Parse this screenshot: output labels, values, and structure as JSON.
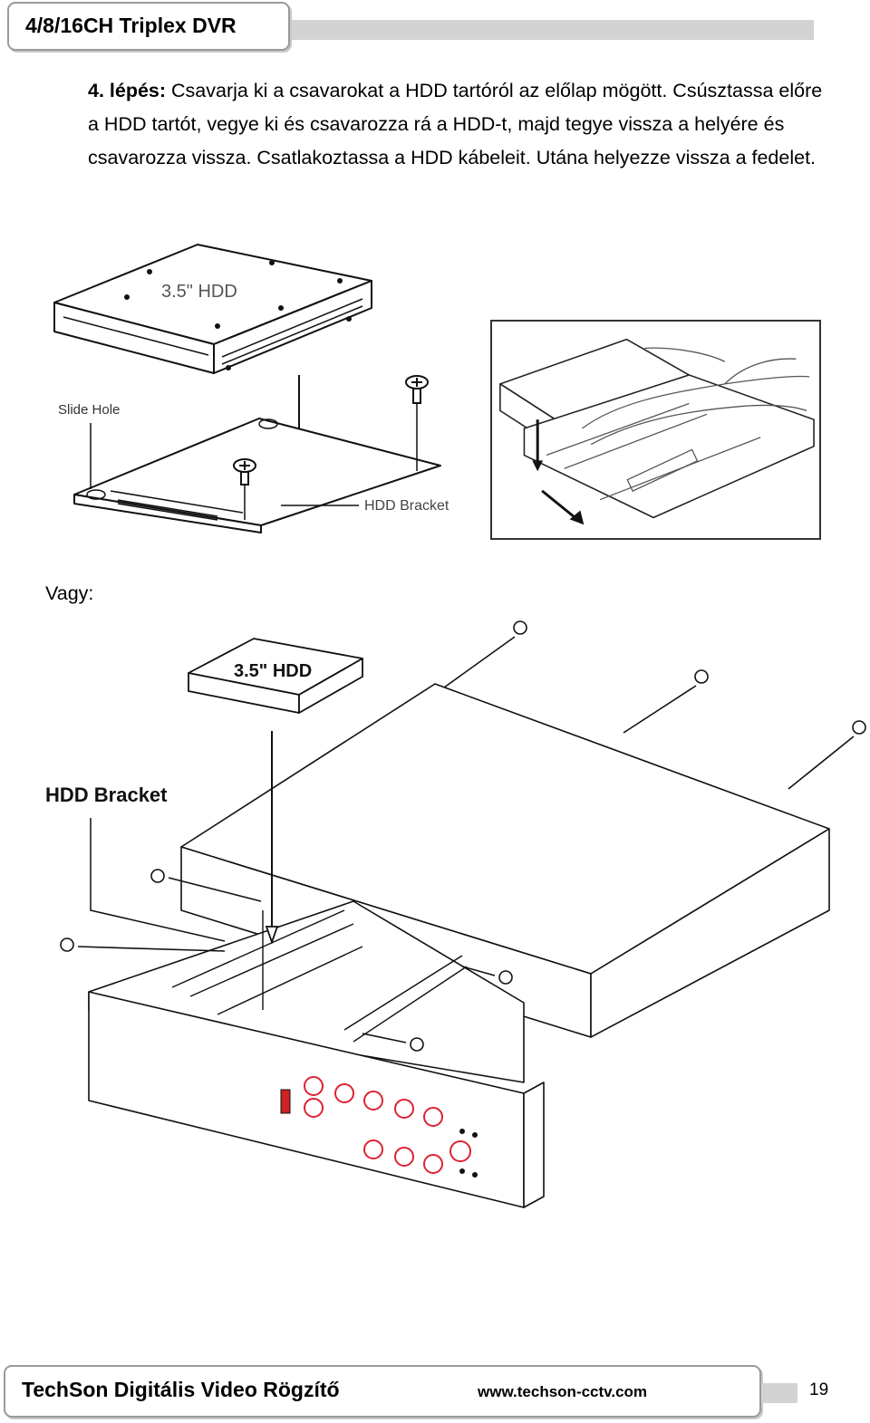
{
  "header": {
    "title": "4/8/16CH Triplex DVR"
  },
  "instruction": {
    "step_label": "4. lépés:",
    "text": "Csavarja ki a csavarokat a HDD tartóról az előlap mögött. Csúsztassa előre a HDD tartót, vegye ki és csavarozza rá a HDD-t, majd tegye vissza a helyére és csavarozza vissza. Csatlakoztassa a HDD kábeleit. Utána helyezze vissza a fedelet."
  },
  "figure1": {
    "hdd_label": "3.5\" HDD",
    "slide_hole_label": "Slide Hole",
    "bracket_label": "HDD Bracket"
  },
  "or_label": "Vagy:",
  "figure3": {
    "hdd_label": "3.5\" HDD",
    "bracket_label": "HDD Bracket"
  },
  "footer": {
    "brand": "TechSon Digitális Video Rögzítő",
    "url": "www.techson-cctv.com",
    "page": "19"
  }
}
